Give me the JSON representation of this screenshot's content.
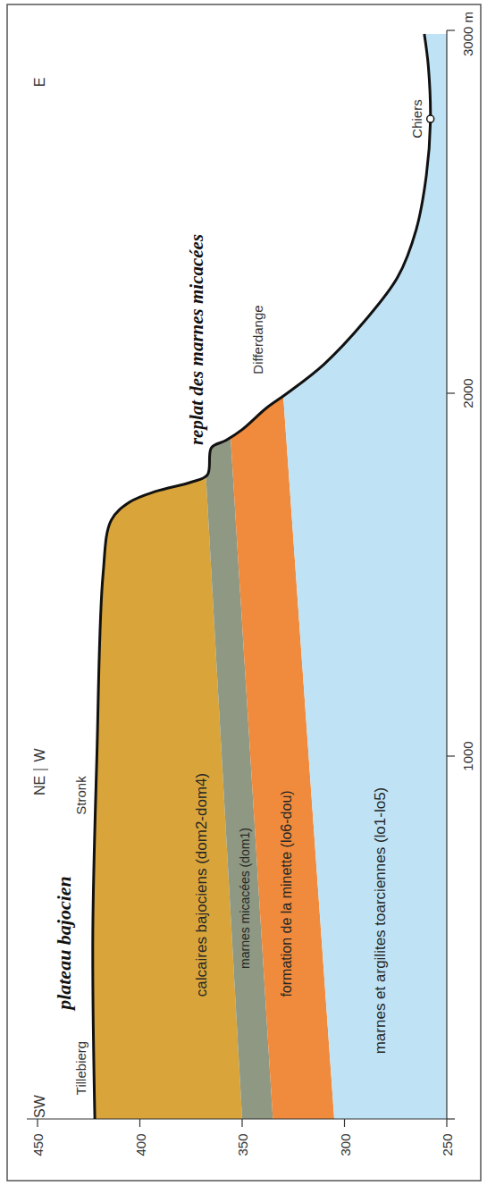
{
  "diagram": {
    "nodes": [
      {
        "text": [
          "calcaires bajociens (dom2-dom4)"
        ]
      },
      {
        "text": [
          "marnes micacées (dom1)"
        ]
      },
      {
        "text": [
          "formation de la minette (lo6-dou)"
        ]
      },
      {
        "text": [
          "marnes et argilites toarciennes (lo1-lo5)"
        ]
      }
    ],
    "labels": [
      "SW",
      "NE",
      "W",
      "E",
      "plateau bajocien",
      "Tillebierg",
      "Stronk",
      "replat des marnes micacées",
      "Differdange",
      "Chiers",
      "450",
      "400",
      "350",
      "300",
      "250",
      "1000",
      "2000",
      "3000 m"
    ]
  }
}
